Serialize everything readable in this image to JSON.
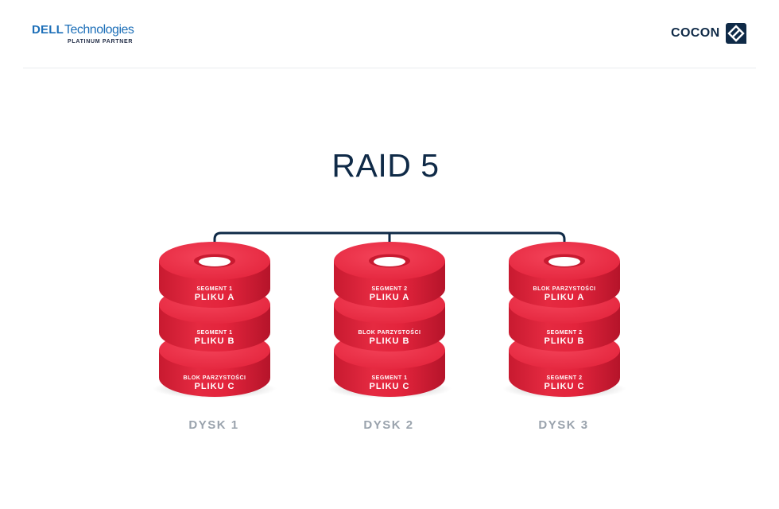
{
  "header": {
    "dell": {
      "brand": "DELL",
      "suffix": "Technologies",
      "tagline": "PLATINUM PARTNER"
    },
    "cocon": {
      "brand": "COCON"
    }
  },
  "title": "RAID 5",
  "colors": {
    "disk_red": "#e3243c",
    "navy": "#0f2a47",
    "dell_blue": "#1d6fb8",
    "label_gray": "#9aa3ad"
  },
  "disks": [
    {
      "label": "DYSK 1",
      "segments": [
        {
          "small": "SEGMENT 1",
          "big": "PLIKU A"
        },
        {
          "small": "SEGMENT 1",
          "big": "PLIKU B"
        },
        {
          "small": "BLOK PARZYSTOŚCI",
          "big": "PLIKU C"
        }
      ]
    },
    {
      "label": "DYSK 2",
      "segments": [
        {
          "small": "SEGMENT 2",
          "big": "PLIKU A"
        },
        {
          "small": "BLOK PARZYSTOŚCI",
          "big": "PLIKU B"
        },
        {
          "small": "SEGMENT 1",
          "big": "PLIKU C"
        }
      ]
    },
    {
      "label": "DYSK 3",
      "segments": [
        {
          "small": "BLOK PARZYSTOŚCI",
          "big": "PLIKU A"
        },
        {
          "small": "SEGMENT 2",
          "big": "PLIKU B"
        },
        {
          "small": "SEGMENT 2",
          "big": "PLIKU C"
        }
      ]
    }
  ]
}
